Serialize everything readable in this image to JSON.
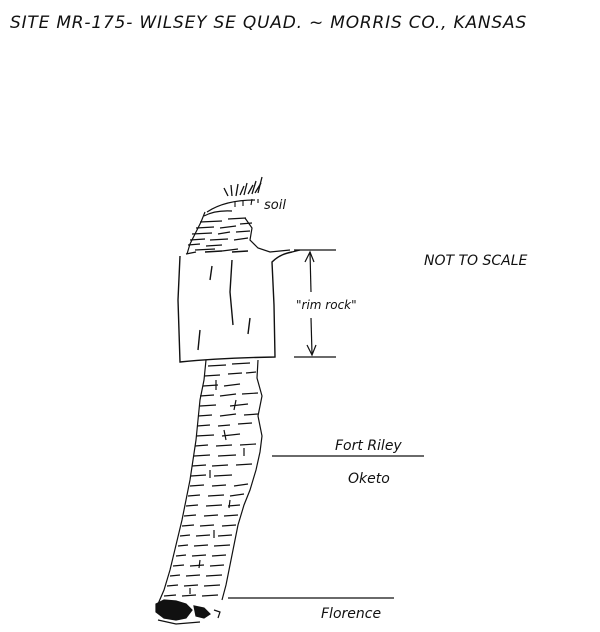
{
  "title": "SITE MR-175- WILSEY SE QUAD. ~ MORRIS CO., KANSAS",
  "scale_note": "NOT TO SCALE",
  "labels": {
    "soil": "soil",
    "rimrock": "\"rim rock\"",
    "fort_riley": "Fort Riley",
    "oketo": "Oketo",
    "florence": "Florence"
  },
  "colors": {
    "ink": "#111111",
    "paper": "#ffffff"
  }
}
